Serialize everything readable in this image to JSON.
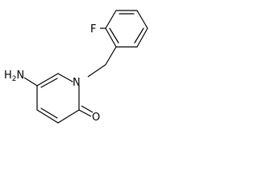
{
  "molecule": {
    "atoms": [
      {
        "id": "F",
        "label": "F"
      },
      {
        "id": "N",
        "label": "N"
      },
      {
        "id": "O",
        "label": "O"
      },
      {
        "id": "NH2",
        "label": "H2N"
      }
    ],
    "label_sub": {
      "NH2": {
        "main": "H",
        "sub": "2",
        "tail": "N"
      }
    }
  },
  "colors": {
    "bond": "#000000",
    "text": "#000000"
  }
}
